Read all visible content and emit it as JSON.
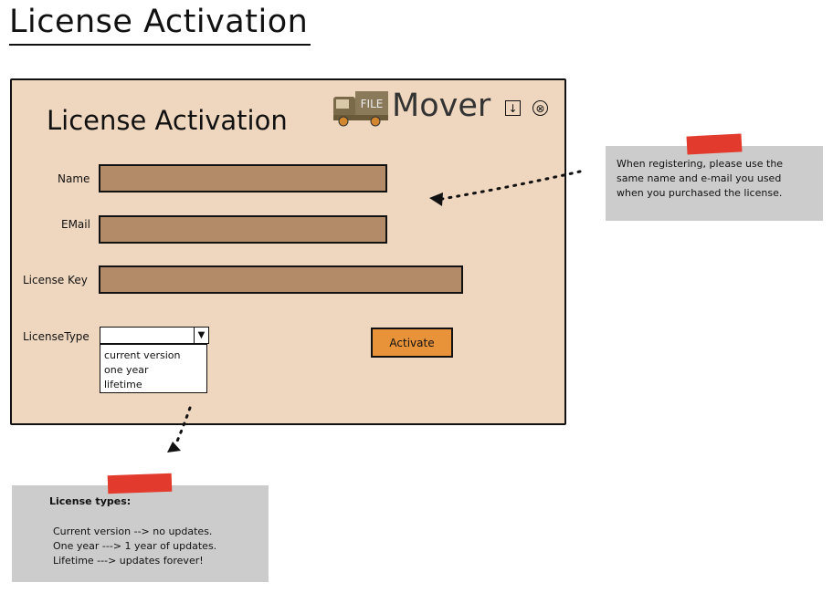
{
  "page": {
    "title": "License Activation"
  },
  "window": {
    "title": "License Activation",
    "brand": "Mover",
    "logo_text": "FILE",
    "min_symbol": "↓",
    "close_symbol": "⊗"
  },
  "form": {
    "name_label": "Name",
    "email_label": "EMail",
    "license_key_label": "License Key",
    "license_type_label": "LicenseType",
    "name_value": "",
    "email_value": "",
    "license_key_value": "",
    "license_type_selected": "",
    "license_type_options": [
      "current version",
      "one year",
      "lifetime"
    ],
    "activate_label": "Activate"
  },
  "notes": {
    "register": {
      "lines": [
        "When registering, please use the",
        "same name and e-mail you used",
        "when you purchased the license."
      ]
    },
    "license_types": {
      "heading": "License types:",
      "lines": [
        "Current version --> no updates.",
        "One year ---> 1 year of updates.",
        "Lifetime ---> updates forever!"
      ]
    }
  },
  "colors": {
    "window_bg": "#efd7bf",
    "field_bg": "#b38b68",
    "activate_bg": "#e8933a",
    "note_bg": "#cccccc",
    "tape": "#e23a2c"
  },
  "icons": {
    "logo": "truck-icon",
    "minimize": "download-arrow-icon",
    "close": "close-circle-icon",
    "dropdown": "triangle-down-icon"
  }
}
